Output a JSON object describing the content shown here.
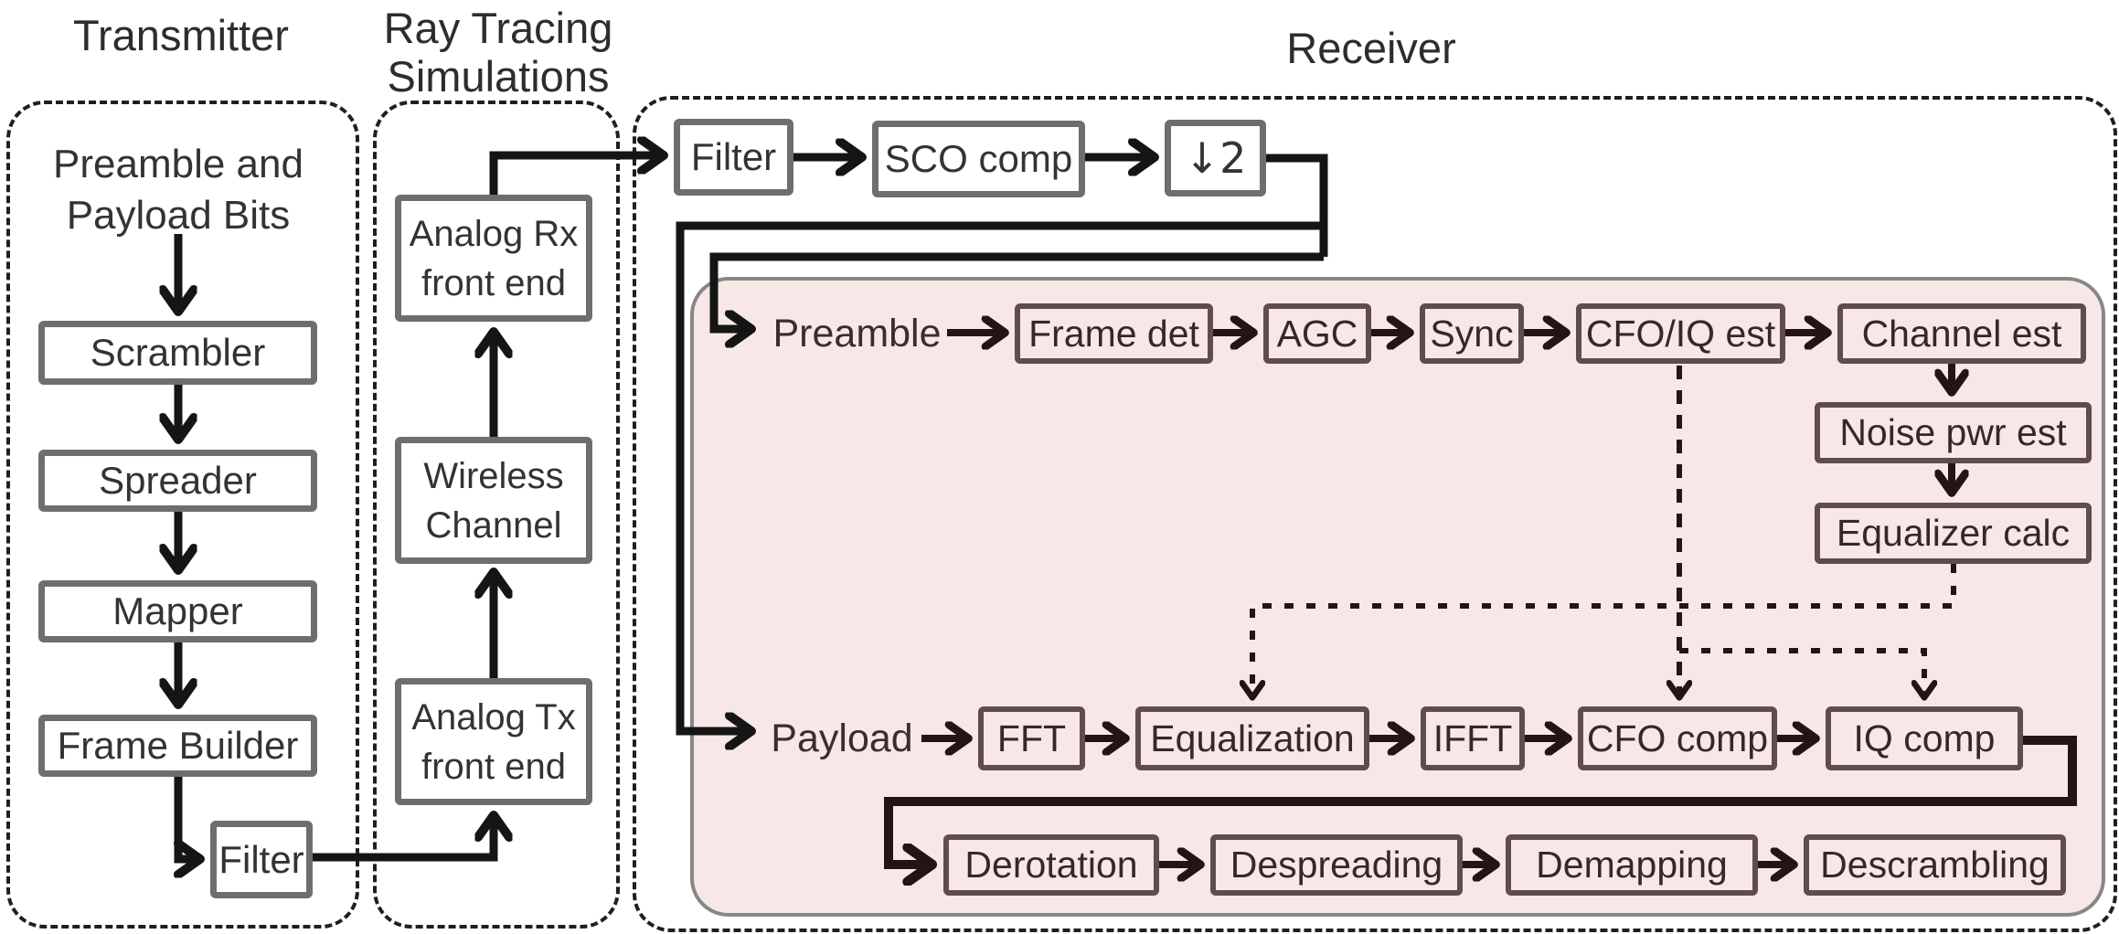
{
  "titles": {
    "transmitter": "Transmitter",
    "ray_tracing_line1": "Ray Tracing",
    "ray_tracing_line2": "Simulations",
    "receiver": "Receiver"
  },
  "transmitter": {
    "source_line1": "Preamble and",
    "source_line2": "Payload Bits",
    "blocks": {
      "scrambler": "Scrambler",
      "spreader": "Spreader",
      "mapper": "Mapper",
      "frame_builder": "Frame Builder",
      "filter": "Filter"
    }
  },
  "ray_tracing": {
    "blocks": {
      "analog_rx_line1": "Analog Rx",
      "analog_rx_line2": "front end",
      "wireless_line1": "Wireless",
      "wireless_line2": "Channel",
      "analog_tx_line1": "Analog Tx",
      "analog_tx_line2": "front end"
    }
  },
  "receiver": {
    "front_blocks": {
      "filter": "Filter",
      "sco_comp": "SCO comp",
      "downsample": "↓2"
    },
    "preamble_label": "Preamble",
    "payload_label": "Payload",
    "preamble_chain": {
      "frame_det": "Frame det",
      "agc": "AGC",
      "sync": "Sync",
      "cfo_iq_est": "CFO/IQ est",
      "channel_est": "Channel est",
      "noise_pwr_est": "Noise pwr est",
      "equalizer_calc": "Equalizer calc"
    },
    "payload_chain": {
      "fft": "FFT",
      "equalization": "Equalization",
      "ifft": "IFFT",
      "cfo_comp": "CFO comp",
      "iq_comp": "IQ comp",
      "derotation": "Derotation",
      "despreading": "Despreading",
      "demapping": "Demapping",
      "descrambling": "Descrambling"
    }
  },
  "colors": {
    "panel_fill": "#f8e7e7",
    "panel_border": "#878787",
    "gray_box_border": "#6e6e6e",
    "maroon_box_border": "#604c4c",
    "black_line": "#151515",
    "dark_arrow": "#241414",
    "text_dark": "#333333"
  }
}
